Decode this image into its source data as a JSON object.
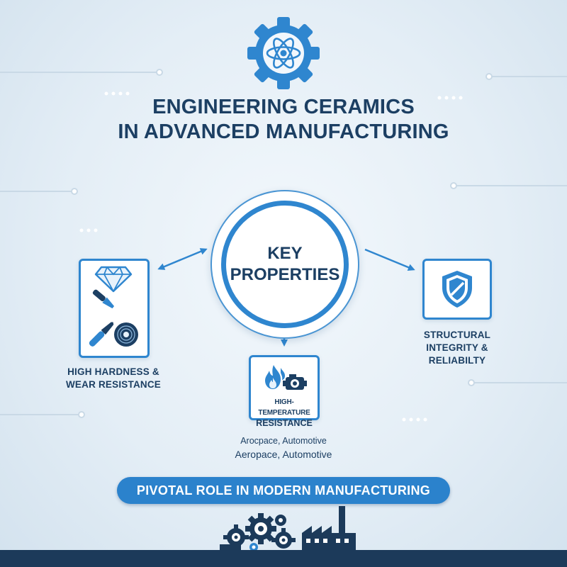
{
  "header": {
    "icon": "atom-gear-icon",
    "title_line1": "ENGINEERING CERAMICS",
    "title_line2": "IN ADVANCED MANUFACTURING"
  },
  "center": {
    "line1": "KEY",
    "line2": "PROPERTIES"
  },
  "nodes": {
    "left": {
      "icons": [
        "diamond-icon",
        "cutting-tool-icon",
        "disc-icon"
      ],
      "label_line1": "HIGH HARDNESS &",
      "label_line2": "WEAR RESISTANCE"
    },
    "right": {
      "icons": [
        "shield-icon"
      ],
      "label_line1": "STRUCTURAL",
      "label_line2": "INTEGRITY &",
      "label_line3": "RELIABILTY"
    },
    "bottom": {
      "icons": [
        "flame-icon",
        "engine-icon"
      ],
      "label_line1": "HIGH-TEMPERATURE",
      "label_line2": "RESISTANCE",
      "caption_line1": "Arocpace, Automotive",
      "caption_line2": "Aeropace, Automotive"
    }
  },
  "banner": {
    "text": "PIVOTAL ROLE IN MODERN MANUFACTURING"
  },
  "footer": {
    "icons": [
      "gears-icon",
      "factory-icon"
    ]
  },
  "colors": {
    "primary_blue": "#2f86cf",
    "dark_navy": "#1c3f63",
    "footer_navy": "#1c3a5a",
    "background": "#e4eef6"
  }
}
